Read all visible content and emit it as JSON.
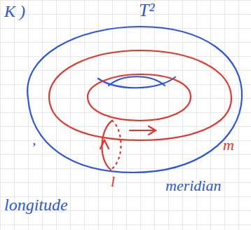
{
  "diagram": {
    "labels": [
      "K )",
      "T²",
      ",",
      "m",
      "l",
      "meridian",
      "longitude"
    ]
  }
}
